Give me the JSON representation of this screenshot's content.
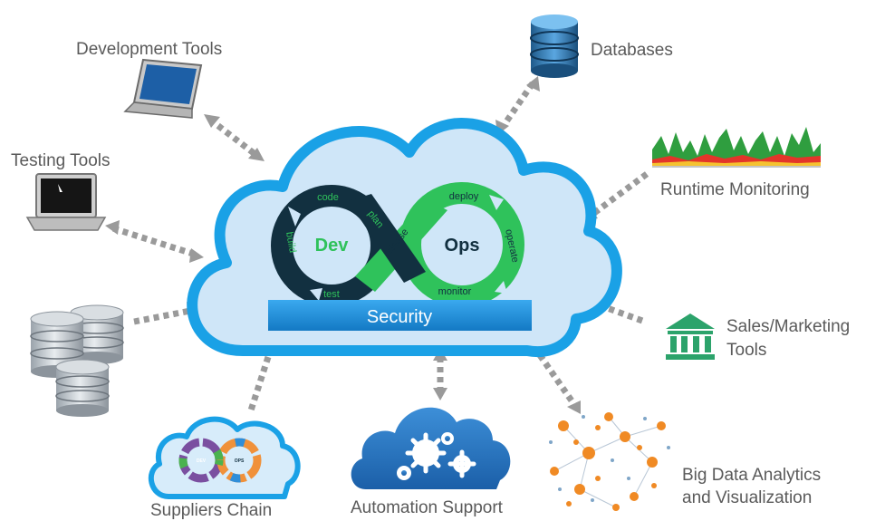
{
  "nodes": {
    "development_tools": "Development Tools",
    "databases": "Databases",
    "testing_tools": "Testing Tools",
    "runtime_monitoring": "Runtime Monitoring",
    "sales_marketing_line1": "Sales/Marketing",
    "sales_marketing_line2": "Tools",
    "big_data_line1": "Big Data Analytics",
    "big_data_line2": "and Visualization",
    "automation_support": "Automation Support",
    "suppliers_chain": "Suppliers Chain"
  },
  "center": {
    "dev": "Dev",
    "ops": "Ops",
    "security": "Security",
    "phases": {
      "code": "code",
      "build": "build",
      "test": "test",
      "plan": "plan",
      "release": "release",
      "deploy": "deploy",
      "operate": "operate",
      "monitor": "monitor"
    }
  },
  "mini_loop": {
    "dev": "DEV",
    "ops": "OPS"
  },
  "colors": {
    "cloud_fill": "#cfe6f8",
    "cloud_stroke": "#1aa1e6",
    "dark_loop": "#123040",
    "green": "#2fc25b",
    "security_bar": "#1f8fd8",
    "arrows": "#9a9a9a",
    "label_text": "#5a5a5a",
    "sales_icon": "#2ca36b"
  },
  "icons": {
    "laptop": "laptop-icon",
    "database": "database-icon",
    "monitoring": "chart-icon",
    "sales": "bank-icon",
    "bigdata": "network-graph-icon",
    "automation": "gears-cloud-icon",
    "suppliers": "devops-loop-cloud-icon"
  }
}
